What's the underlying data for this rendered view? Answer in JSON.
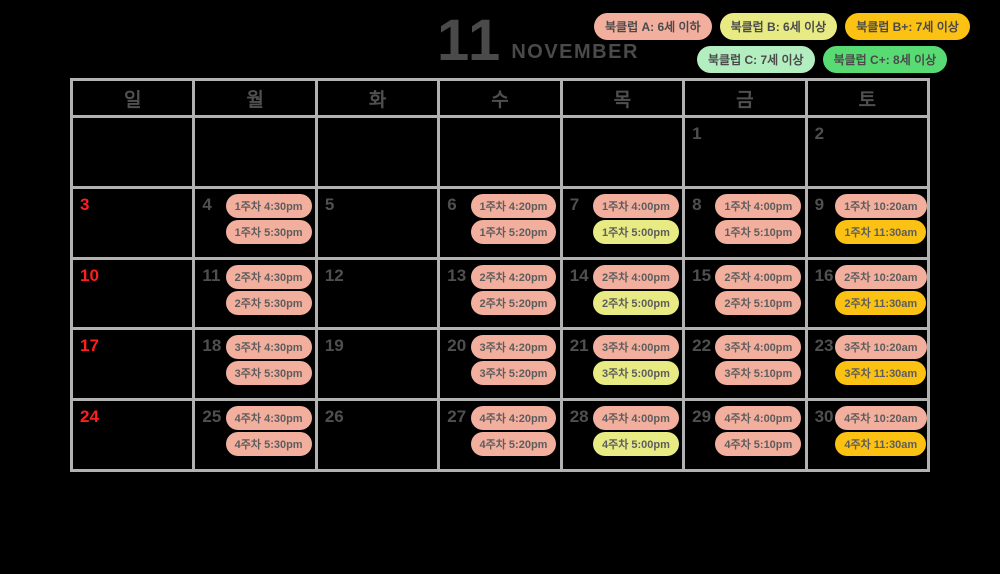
{
  "title": {
    "month_number": "11",
    "month_name": "NOVEMBER"
  },
  "colors": {
    "club_a": "#f3af9d",
    "club_b": "#e8eb83",
    "club_b_plus": "#fbc113",
    "club_c": "#b3eec0",
    "club_c_plus": "#59db74",
    "sunday_red": "#ff1e1e",
    "grid_border": "#b2b2b2",
    "text_gray": "#4f4f4f"
  },
  "legend": {
    "row1": [
      {
        "label": "북클럽 A: 6세 이하",
        "club": "club_a"
      },
      {
        "label": "북클럽 B: 6세 이상",
        "club": "club_b"
      },
      {
        "label": "북클럽 B+: 7세 이상",
        "club": "club_b_plus"
      }
    ],
    "row2": [
      {
        "label": "북클럽 C: 7세 이상",
        "club": "club_c"
      },
      {
        "label": "북클럽 C+: 8세 이상",
        "club": "club_c_plus"
      }
    ]
  },
  "calendar": {
    "weekdays": [
      "일",
      "월",
      "화",
      "수",
      "목",
      "금",
      "토"
    ],
    "weeks": [
      [
        {
          "date": "",
          "red": false,
          "events": []
        },
        {
          "date": "",
          "red": false,
          "events": []
        },
        {
          "date": "",
          "red": false,
          "events": []
        },
        {
          "date": "",
          "red": false,
          "events": []
        },
        {
          "date": "",
          "red": false,
          "events": []
        },
        {
          "date": "1",
          "red": false,
          "events": []
        },
        {
          "date": "2",
          "red": false,
          "events": []
        }
      ],
      [
        {
          "date": "3",
          "red": true,
          "events": []
        },
        {
          "date": "4",
          "red": false,
          "events": [
            {
              "label": "1주차 4:30pm",
              "club": "club_a"
            },
            {
              "label": "1주차 5:30pm",
              "club": "club_a"
            }
          ]
        },
        {
          "date": "5",
          "red": false,
          "events": []
        },
        {
          "date": "6",
          "red": false,
          "events": [
            {
              "label": "1주차 4:20pm",
              "club": "club_a"
            },
            {
              "label": "1주차 5:20pm",
              "club": "club_a"
            }
          ]
        },
        {
          "date": "7",
          "red": false,
          "events": [
            {
              "label": "1주차 4:00pm",
              "club": "club_a"
            },
            {
              "label": "1주차 5:00pm",
              "club": "club_b"
            }
          ]
        },
        {
          "date": "8",
          "red": false,
          "events": [
            {
              "label": "1주차 4:00pm",
              "club": "club_a"
            },
            {
              "label": "1주차 5:10pm",
              "club": "club_a"
            }
          ]
        },
        {
          "date": "9",
          "red": false,
          "events": [
            {
              "label": "1주차 10:20am",
              "club": "club_a"
            },
            {
              "label": "1주차 11:30am",
              "club": "club_b_plus"
            }
          ]
        }
      ],
      [
        {
          "date": "10",
          "red": true,
          "events": []
        },
        {
          "date": "11",
          "red": false,
          "events": [
            {
              "label": "2주차 4:30pm",
              "club": "club_a"
            },
            {
              "label": "2주차 5:30pm",
              "club": "club_a"
            }
          ]
        },
        {
          "date": "12",
          "red": false,
          "events": []
        },
        {
          "date": "13",
          "red": false,
          "events": [
            {
              "label": "2주차 4:20pm",
              "club": "club_a"
            },
            {
              "label": "2주차 5:20pm",
              "club": "club_a"
            }
          ]
        },
        {
          "date": "14",
          "red": false,
          "events": [
            {
              "label": "2주차 4:00pm",
              "club": "club_a"
            },
            {
              "label": "2주차 5:00pm",
              "club": "club_b"
            }
          ]
        },
        {
          "date": "15",
          "red": false,
          "events": [
            {
              "label": "2주차 4:00pm",
              "club": "club_a"
            },
            {
              "label": "2주차 5:10pm",
              "club": "club_a"
            }
          ]
        },
        {
          "date": "16",
          "red": false,
          "events": [
            {
              "label": "2주차 10:20am",
              "club": "club_a"
            },
            {
              "label": "2주차 11:30am",
              "club": "club_b_plus"
            }
          ]
        }
      ],
      [
        {
          "date": "17",
          "red": true,
          "events": []
        },
        {
          "date": "18",
          "red": false,
          "events": [
            {
              "label": "3주차 4:30pm",
              "club": "club_a"
            },
            {
              "label": "3주차 5:30pm",
              "club": "club_a"
            }
          ]
        },
        {
          "date": "19",
          "red": false,
          "events": []
        },
        {
          "date": "20",
          "red": false,
          "events": [
            {
              "label": "3주차 4:20pm",
              "club": "club_a"
            },
            {
              "label": "3주차 5:20pm",
              "club": "club_a"
            }
          ]
        },
        {
          "date": "21",
          "red": false,
          "events": [
            {
              "label": "3주차 4:00pm",
              "club": "club_a"
            },
            {
              "label": "3주차 5:00pm",
              "club": "club_b"
            }
          ]
        },
        {
          "date": "22",
          "red": false,
          "events": [
            {
              "label": "3주차 4:00pm",
              "club": "club_a"
            },
            {
              "label": "3주차 5:10pm",
              "club": "club_a"
            }
          ]
        },
        {
          "date": "23",
          "red": false,
          "events": [
            {
              "label": "3주차 10:20am",
              "club": "club_a"
            },
            {
              "label": "3주차 11:30am",
              "club": "club_b_plus"
            }
          ]
        }
      ],
      [
        {
          "date": "24",
          "red": true,
          "events": []
        },
        {
          "date": "25",
          "red": false,
          "events": [
            {
              "label": "4주차 4:30pm",
              "club": "club_a"
            },
            {
              "label": "4주차 5:30pm",
              "club": "club_a"
            }
          ]
        },
        {
          "date": "26",
          "red": false,
          "events": []
        },
        {
          "date": "27",
          "red": false,
          "events": [
            {
              "label": "4주차 4:20pm",
              "club": "club_a"
            },
            {
              "label": "4주차 5:20pm",
              "club": "club_a"
            }
          ]
        },
        {
          "date": "28",
          "red": false,
          "events": [
            {
              "label": "4주차 4:00pm",
              "club": "club_a"
            },
            {
              "label": "4주차 5:00pm",
              "club": "club_b"
            }
          ]
        },
        {
          "date": "29",
          "red": false,
          "events": [
            {
              "label": "4주차 4:00pm",
              "club": "club_a"
            },
            {
              "label": "4주차 5:10pm",
              "club": "club_a"
            }
          ]
        },
        {
          "date": "30",
          "red": false,
          "events": [
            {
              "label": "4주차 10:20am",
              "club": "club_a"
            },
            {
              "label": "4주차 11:30am",
              "club": "club_b_plus"
            }
          ]
        }
      ]
    ]
  }
}
